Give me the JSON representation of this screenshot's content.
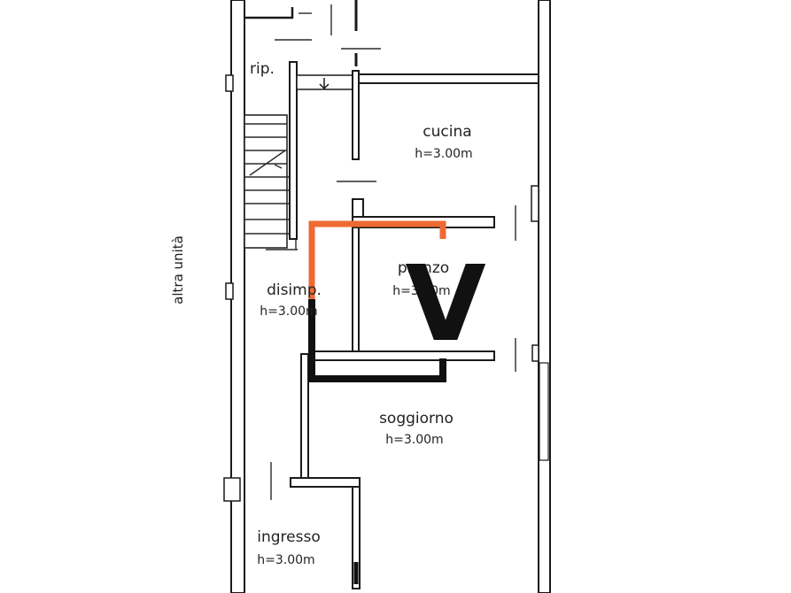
{
  "rooms": {
    "rip": {
      "name": "rip."
    },
    "cucina": {
      "name": "cucina",
      "height": "h=3.00m"
    },
    "pranzo": {
      "name": "pranzo",
      "height": "h=3.00m"
    },
    "disimp": {
      "name": "disimp.",
      "height": "h=3.00m"
    },
    "soggiorno": {
      "name": "soggiorno",
      "height": "h=3.00m"
    },
    "ingresso": {
      "name": "ingresso",
      "height": "h=3.00m"
    }
  },
  "side_label": "altra unità",
  "logo_letter": "V",
  "colors": {
    "wall": "#1a1a1a",
    "accent_orange": "#ee6a33",
    "accent_black": "#111111",
    "background": "#ffffff"
  },
  "icons": [
    "stair-arrow-icon",
    "logo-v-icon"
  ]
}
